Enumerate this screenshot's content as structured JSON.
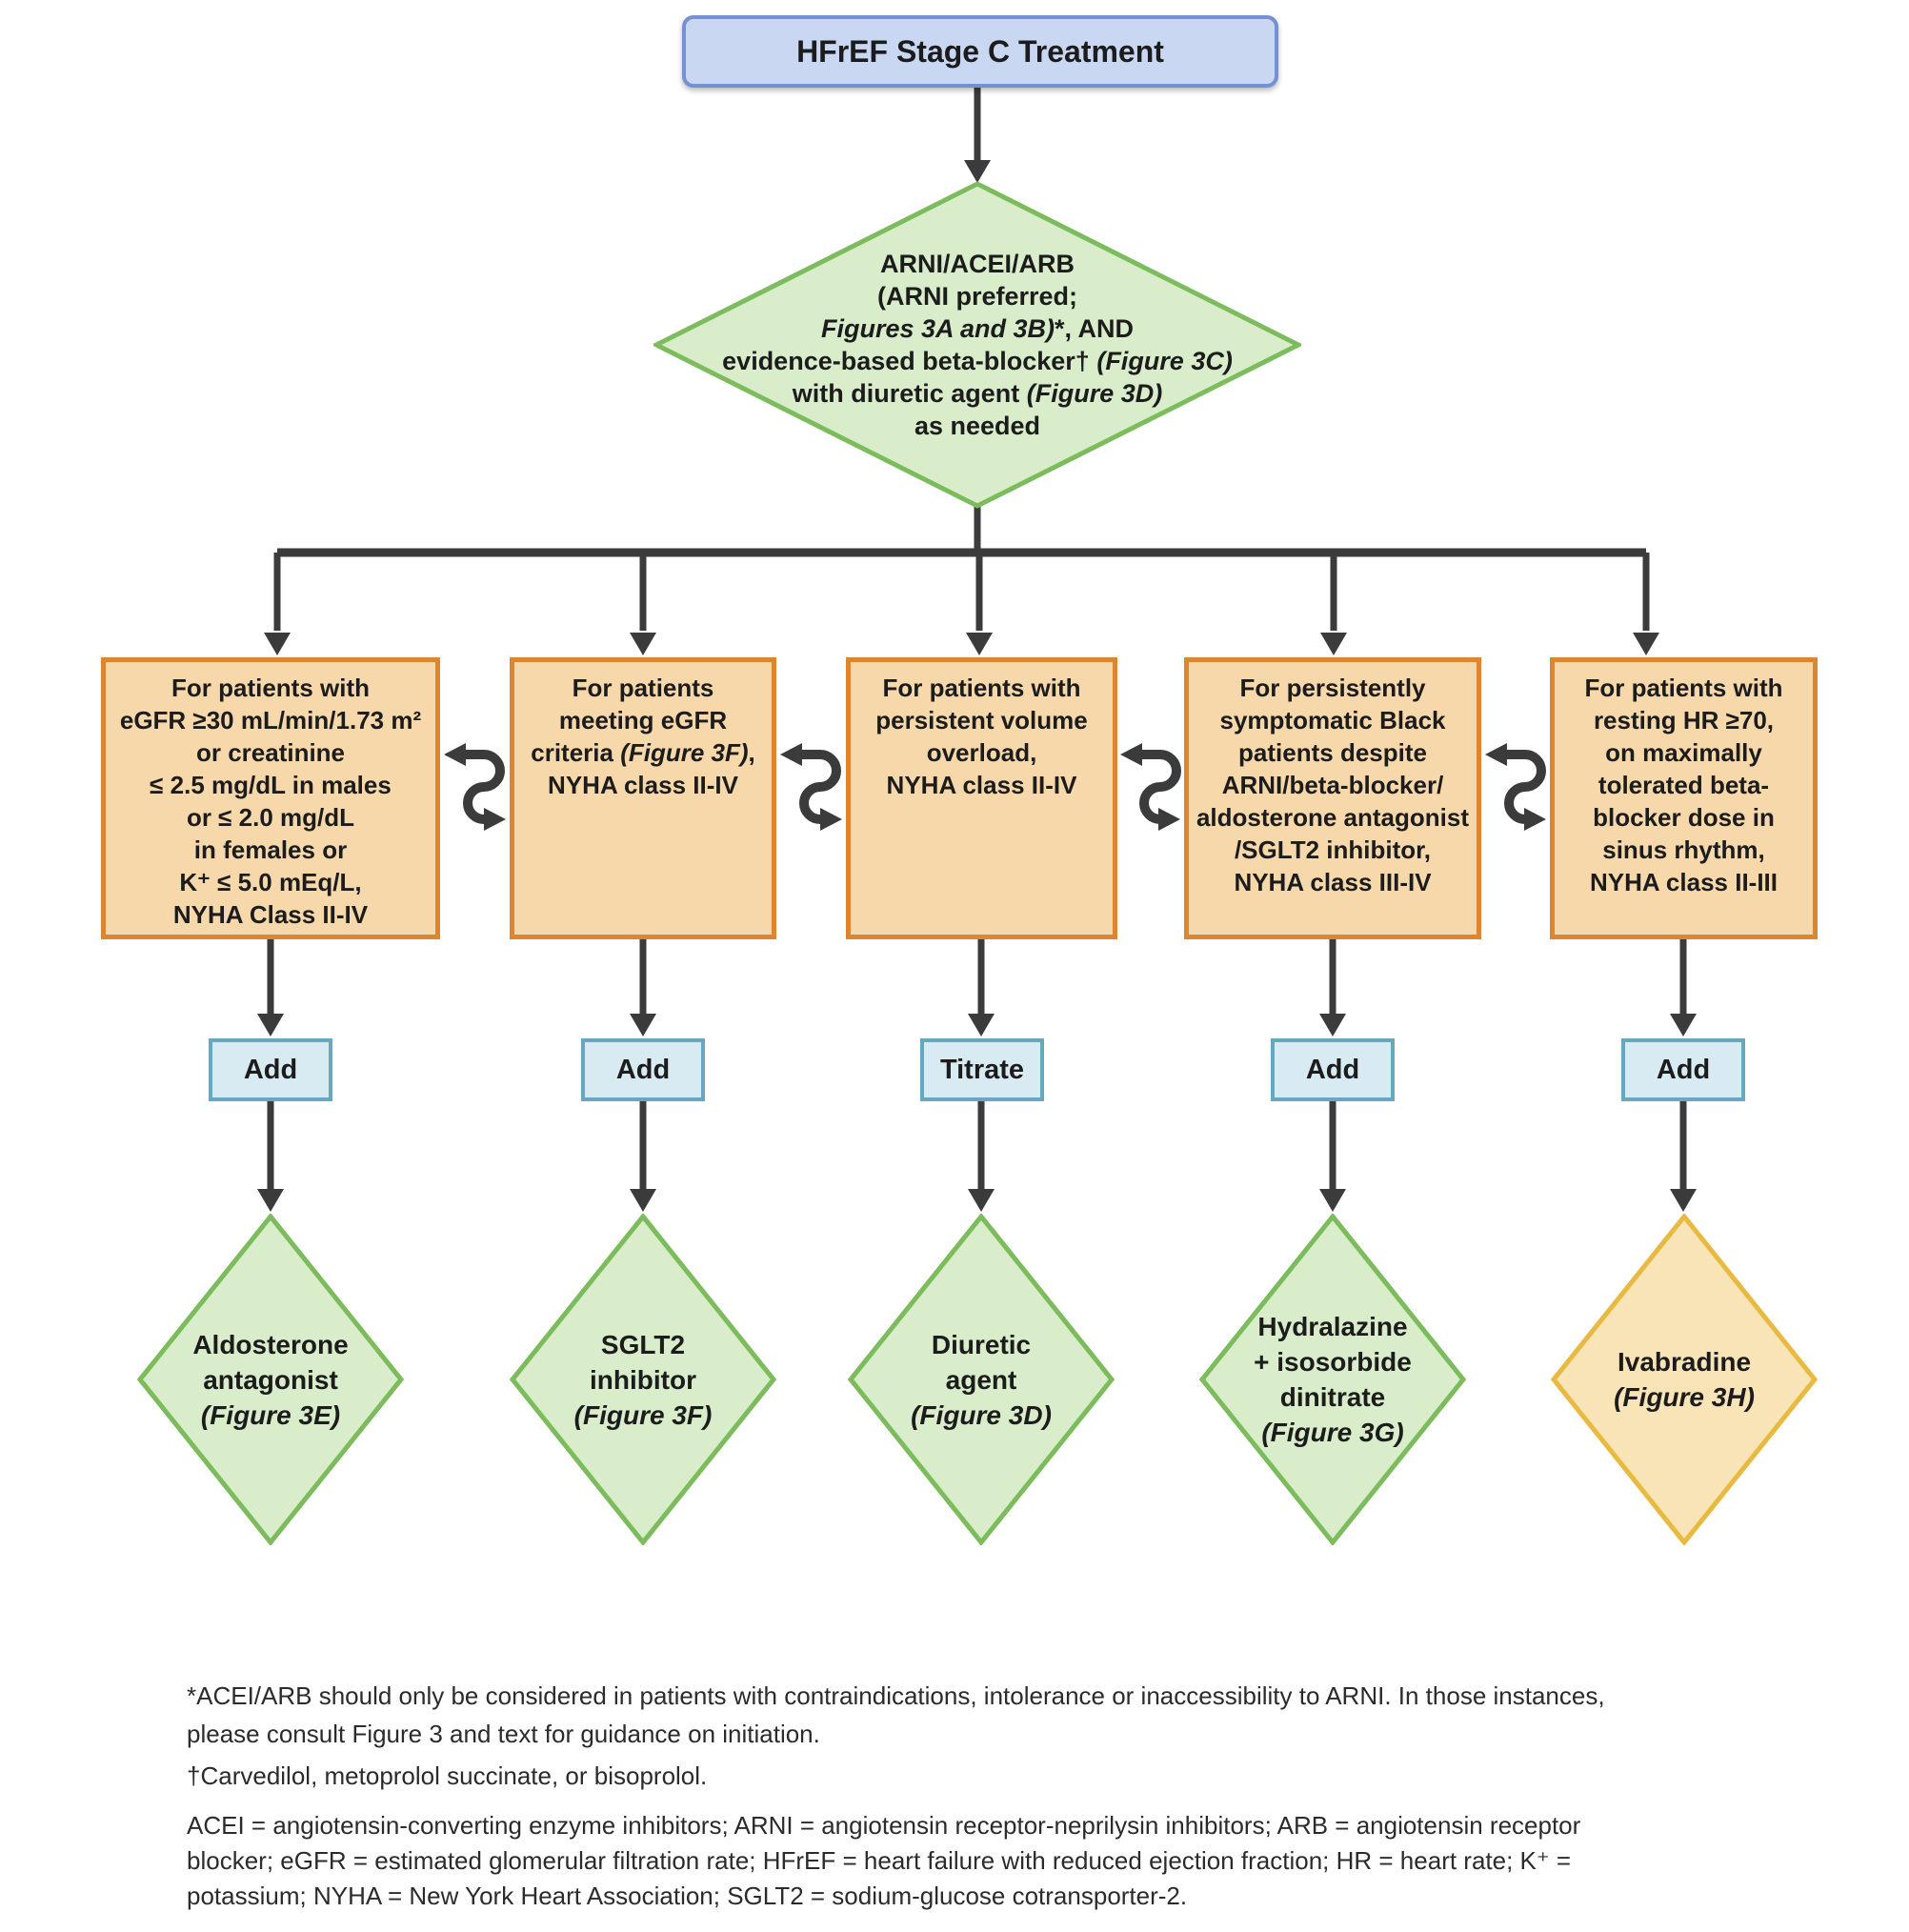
{
  "colors": {
    "header_fill": "#c9d7f3",
    "header_border": "#7691d2",
    "green_fill": "#d9edca",
    "green_border": "#7cbc5d",
    "orange_fill": "#f6d8ab",
    "orange_border": "#dd8630",
    "blue_fill": "#d8ebf3",
    "blue_border": "#67a8c1",
    "yellow_fill": "#f8e4b6",
    "yellow_border": "#e9ba41",
    "arrow": "#3b3b3b"
  },
  "title": "HFrEF Stage C Treatment",
  "decision": "ARNI/ACEI/ARB\n(ARNI preferred;\n~Figures 3A and 3B)~*, AND\nevidence-based beta-blocker† ~(Figure 3C)~\nwith diuretic agent ~(Figure 3D)~\nas needed",
  "columns": [
    {
      "criteria": "For patients with\neGFR ≥30 mL/min/1.73 m²\nor creatinine\n≤ 2.5 mg/dL in males\nor ≤ 2.0 mg/dL\nin females or\nK⁺ ≤ 5.0 mEq/L,\nNYHA Class II-IV",
      "action": "Add",
      "outcome": "Aldosterone\nantagonist\n~(Figure 3E)~"
    },
    {
      "criteria": "For patients\nmeeting eGFR\ncriteria ~(Figure 3F)~,\nNYHA class II-IV",
      "action": "Add",
      "outcome": "SGLT2\ninhibitor\n~(Figure 3F)~"
    },
    {
      "criteria": "For patients with\npersistent volume\noverload,\nNYHA class II-IV",
      "action": "Titrate",
      "outcome": "Diuretic\nagent\n~(Figure 3D)~"
    },
    {
      "criteria": "For persistently\nsymptomatic Black\npatients despite\nARNI/beta-blocker/\naldosterone antagonist\n/SGLT2 inhibitor,\nNYHA class III-IV",
      "action": "Add",
      "outcome": "Hydralazine\n+ isosorbide\ndinitrate\n~(Figure 3G)~"
    },
    {
      "criteria": "For patients with\nresting HR ≥70,\non maximally\ntolerated beta-\nblocker dose in\nsinus rhythm,\nNYHA class II-III",
      "action": "Add",
      "outcome": "Ivabradine\n~(Figure 3H)~"
    }
  ],
  "footnotes": {
    "f1": "*ACEI/ARB should only be considered in patients with contraindications, intolerance or inaccessibility to ARNI. In those instances,\nplease consult Figure 3 and text for guidance on initiation.",
    "f2": "†Carvedilol, metoprolol succinate, or bisoprolol.",
    "f3": "ACEI = angiotensin-converting enzyme inhibitors; ARNI = angiotensin receptor-neprilysin inhibitors; ARB = angiotensin receptor\nblocker; eGFR = estimated glomerular filtration rate; HFrEF = heart failure with reduced ejection fraction; HR = heart rate; K⁺ =\npotassium; NYHA = New York Heart Association; SGLT2 = sodium-glucose cotransporter-2."
  }
}
